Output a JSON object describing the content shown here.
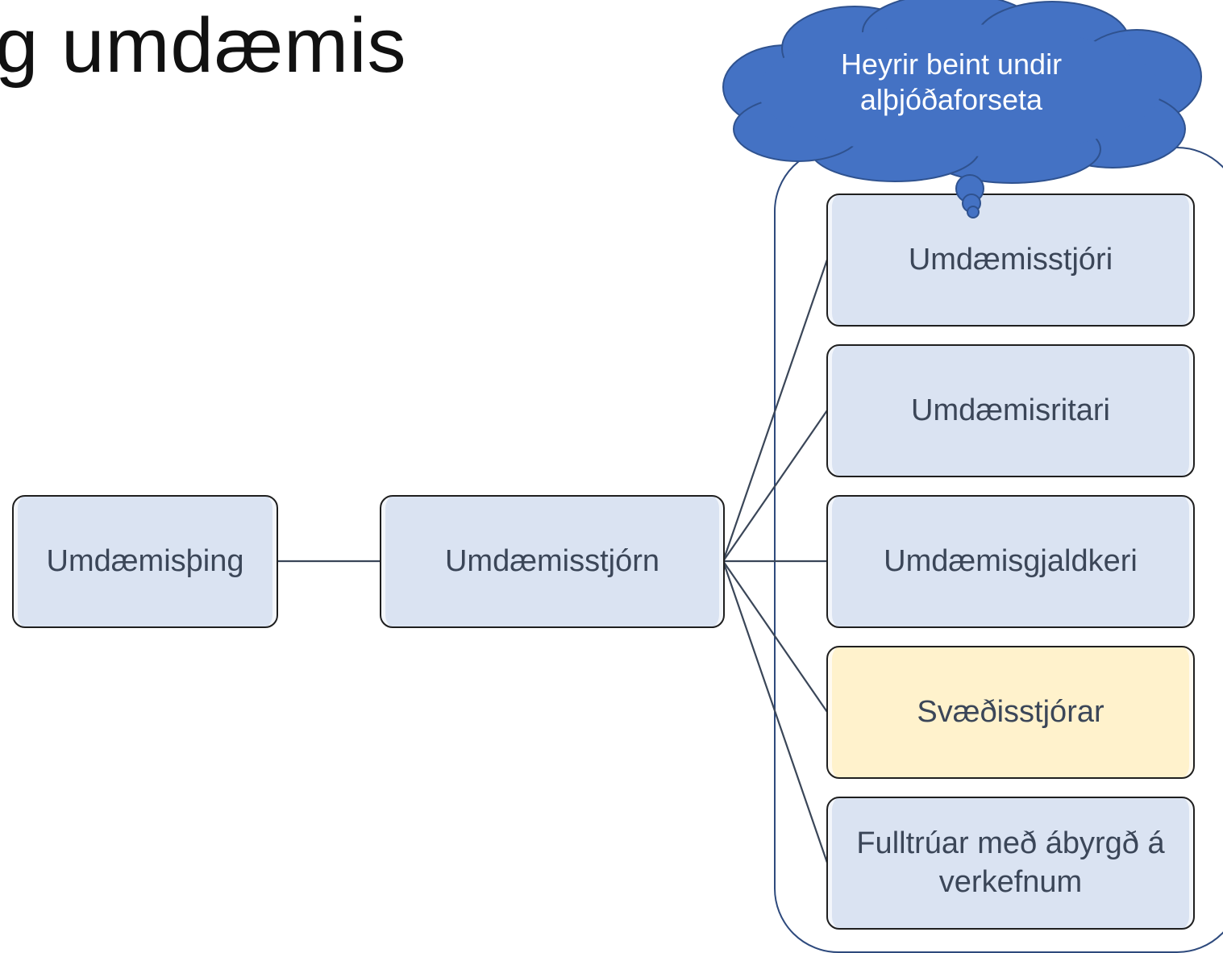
{
  "slide": {
    "title": "g umdæmis"
  },
  "callout": {
    "text": "Heyrir beint undir alþjóðaforseta"
  },
  "nodes": {
    "assembly": "Umdæmisþing",
    "board": "Umdæmisstjórn",
    "governor": "Umdæmisstjóri",
    "secretary": "Umdæmisritari",
    "treasurer": "Umdæmisgjaldkeri",
    "lt_governors": "Svæðisstjórar",
    "officers": "Fulltrúar með ábyrgð á verkefnum"
  },
  "colors": {
    "node_fill": "#dae3f2",
    "highlight_fill": "#fff2cc",
    "cloud_fill": "#4472c4",
    "frame_stroke": "#2e4a7d"
  }
}
